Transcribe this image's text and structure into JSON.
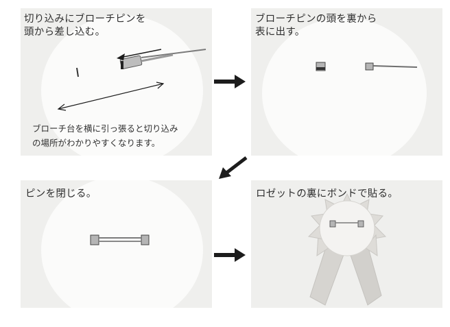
{
  "steps": [
    {
      "caption_line1": "切り込みにブローチピンを",
      "caption_line2": "頭から差し込む。",
      "note_line1": "ブローチ台を横に引っ張ると切り込み",
      "note_line2": "の場所がわかりやすくなります。"
    },
    {
      "caption_line1": "ブローチピンの頭を裏から",
      "caption_line2": "表に出す。"
    },
    {
      "caption_line1": "ピンを閉じる。"
    },
    {
      "caption_line1": "ロゼットの裏にボンドで貼る。"
    }
  ],
  "colors": {
    "panel_bg": "#efefed",
    "felt": "#fbfbfa",
    "arrow": "#1c1c1c",
    "ribbon": "#dcdad6"
  }
}
